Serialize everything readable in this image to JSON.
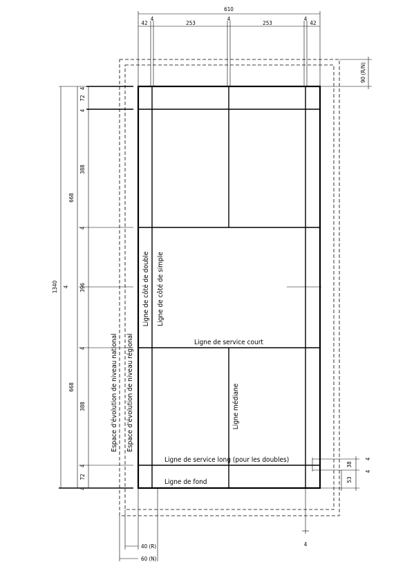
{
  "dimensions": {
    "total_width": "610",
    "top_row": [
      "42",
      "4",
      "253",
      "4",
      "253",
      "4",
      "42"
    ],
    "left_outer": "1340",
    "left_outer_mid": "4",
    "left_half_top": "668",
    "left_half_bottom": "668",
    "left_inner": [
      "4",
      "72",
      "4",
      "388",
      "4",
      "396",
      "4",
      "388",
      "4",
      "72",
      "4"
    ],
    "right_top": "90 (R/N)",
    "right_bottom": [
      "4",
      "38",
      "4",
      "53"
    ],
    "bottom_center": "4",
    "bottom_left": [
      "40 (R)",
      "60 (N)"
    ]
  },
  "labels": {
    "doubles_sideline": "Ligne de côté de double",
    "singles_sideline": "Ligne de côté de simple",
    "short_service": "Ligne de service court",
    "center_line": "Ligne médiane",
    "long_service": "Ligne de service long (pour les doubles)",
    "back_line": "Ligne de fond",
    "national_area": "Espace d'évolution de niveau national",
    "regional_area": "Espace d'évolution de niveau régional"
  }
}
